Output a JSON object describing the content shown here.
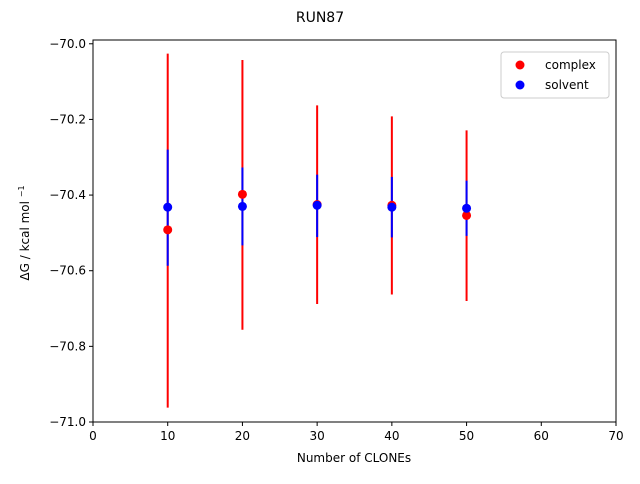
{
  "chart_data": {
    "type": "scatter",
    "title": "RUN87",
    "xlabel": "Number of CLONEs",
    "ylabel_main": "ΔG / kcal mol",
    "ylabel_sup": "−1",
    "xlim": [
      0,
      70
    ],
    "ylim": [
      -71.0,
      -69.99
    ],
    "x_ticks": [
      0,
      10,
      20,
      30,
      40,
      50,
      60,
      70
    ],
    "x_tick_labels": [
      "0",
      "10",
      "20",
      "30",
      "40",
      "50",
      "60",
      "70"
    ],
    "y_ticks": [
      -71.0,
      -70.8,
      -70.6,
      -70.4,
      -70.2,
      -70.0
    ],
    "y_tick_labels": [
      "−71.0",
      "−70.8",
      "−70.6",
      "−70.4",
      "−70.2",
      "−70.0"
    ],
    "grid": false,
    "legend_position": "top-right",
    "series": [
      {
        "name": "complex",
        "color": "#ff0000",
        "x": [
          10,
          20,
          30,
          40,
          50
        ],
        "y": [
          -70.492,
          -70.398,
          -70.425,
          -70.427,
          -70.454
        ],
        "err_low": [
          -70.962,
          -70.756,
          -70.688,
          -70.663,
          -70.68
        ],
        "err_high": [
          -70.026,
          -70.043,
          -70.163,
          -70.192,
          -70.229
        ]
      },
      {
        "name": "solvent",
        "color": "#0000ff",
        "x": [
          10,
          20,
          30,
          40,
          50
        ],
        "y": [
          -70.432,
          -70.43,
          -70.427,
          -70.432,
          -70.435
        ],
        "err_low": [
          -70.587,
          -70.533,
          -70.511,
          -70.512,
          -70.508
        ],
        "err_high": [
          -70.28,
          -70.327,
          -70.346,
          -70.352,
          -70.362
        ]
      }
    ]
  }
}
